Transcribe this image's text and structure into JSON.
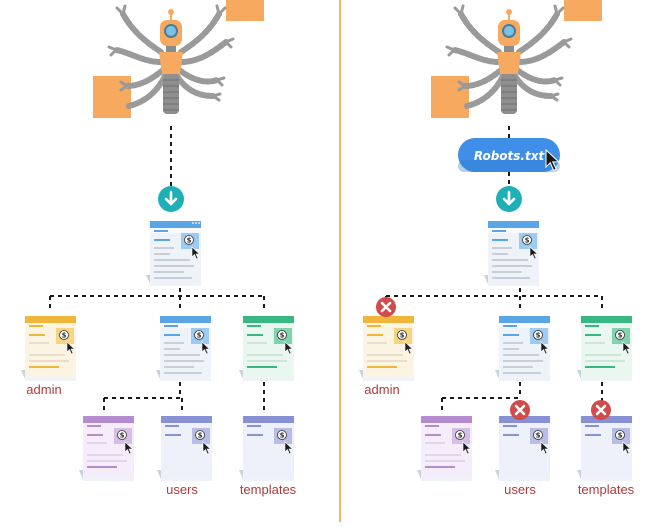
{
  "robots_label": "Robots.txt",
  "labels": {
    "admin": "admin",
    "users": "users",
    "templates": "templates"
  },
  "icons": {
    "download": "download-arrow-icon",
    "blocked": "blocked-x-icon",
    "cursor": "mouse-pointer-icon",
    "dollar": "dollar-badge-icon"
  },
  "colors": {
    "divider": "#f2b65f",
    "robot": "#f6a95f",
    "page_blue": "#5aa5e6",
    "page_yellow": "#f0b63a",
    "page_green": "#38b880",
    "page_purple": "#b58ccf",
    "page_indigo": "#8891d4",
    "download_badge": "#1fb0b7",
    "blocked_badge": "#d24b4b",
    "pill": "#3f8fe8",
    "label_text": "#b23a3a"
  }
}
